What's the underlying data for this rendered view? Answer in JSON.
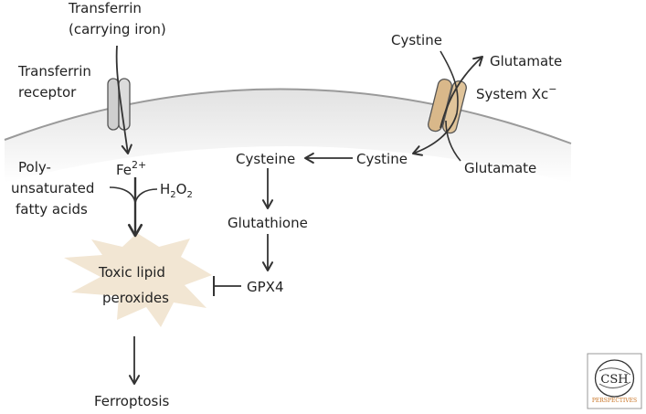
{
  "labels": {
    "transferrin_line1": "Transferrin",
    "transferrin_line2": "(carrying iron)",
    "receptor_line1": "Transferrin",
    "receptor_line2": "receptor",
    "cystine_top": "Cystine",
    "glutamate_top": "Glutamate",
    "system_xc": "System Xc",
    "system_xc_sup": "−",
    "glutamate_bottom": "Glutamate",
    "cystine_inner": "Cystine",
    "cysteine": "Cysteine",
    "glutathione": "Glutathione",
    "gpx4": "GPX4",
    "fe": "Fe",
    "fe_sup": "2+",
    "h2o2_h": "H",
    "h2o2_2a": "2",
    "h2o2_o": "O",
    "h2o2_2b": "2",
    "pufa_line1": "Poly-",
    "pufa_line2": "unsaturated",
    "pufa_line3": "fatty acids",
    "toxic_line1": "Toxic lipid",
    "toxic_line2": "peroxides",
    "ferroptosis": "Ferroptosis"
  },
  "logo": {
    "name": "CSH",
    "subtitle": "PERSPECTIVES"
  },
  "colors": {
    "membrane": "#e6e6e6",
    "membrane_line": "#9a9a9a",
    "transporter": "#d9b88a",
    "receptor": "#cfcfcf",
    "star": "#f2e6d3",
    "arrow": "#333333",
    "logo_accent": "#c8701e"
  }
}
